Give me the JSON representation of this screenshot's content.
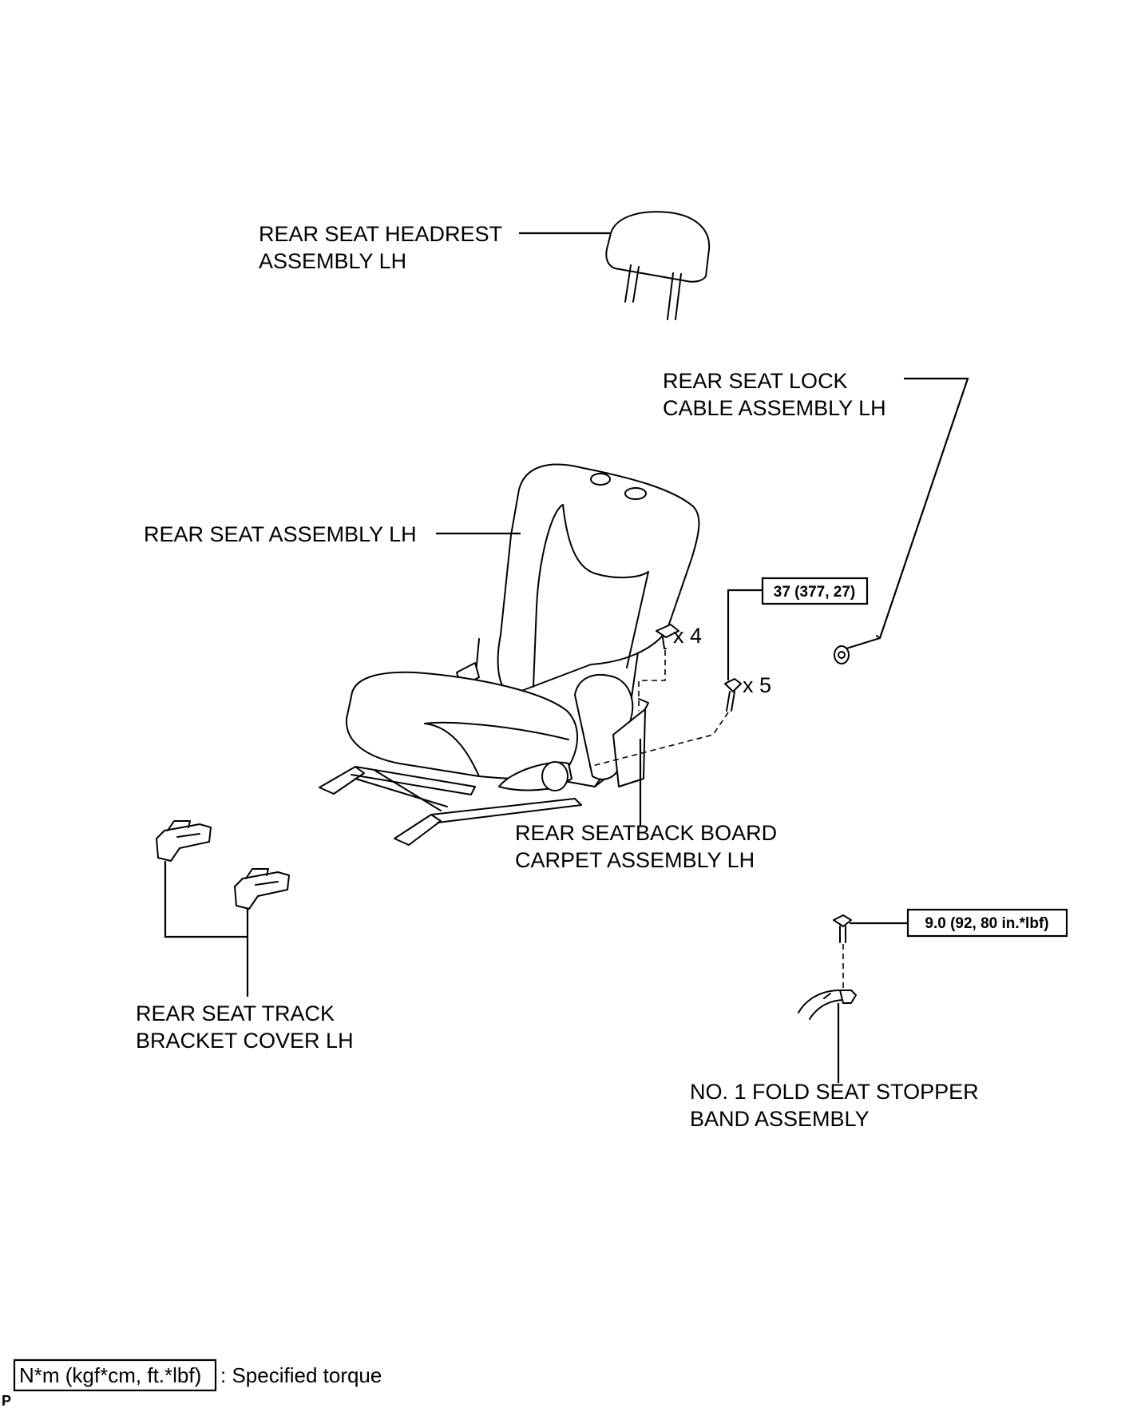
{
  "labels": {
    "headrest": [
      "REAR SEAT HEADREST",
      "ASSEMBLY LH"
    ],
    "lock_cable": [
      "REAR SEAT LOCK",
      "CABLE ASSEMBLY LH"
    ],
    "seat_assembly": [
      "REAR SEAT ASSEMBLY LH"
    ],
    "seatback_board": [
      "REAR SEATBACK BOARD",
      "CARPET ASSEMBLY LH"
    ],
    "track_cover": [
      "REAR SEAT TRACK",
      "BRACKET COVER LH"
    ],
    "stopper_band": [
      "NO. 1 FOLD SEAT STOPPER",
      "BAND ASSEMBLY"
    ]
  },
  "torques": {
    "seat_bolts": "37 (377, 27)",
    "stopper_bolt": "9.0 (92, 80 in.*lbf)"
  },
  "quantities": {
    "clips": "x 4",
    "bolts": "x 5"
  },
  "legend": {
    "unit_box": "N*m (kgf*cm, ft.*lbf)",
    "description": ": Specified torque"
  },
  "corner_mark": "P"
}
